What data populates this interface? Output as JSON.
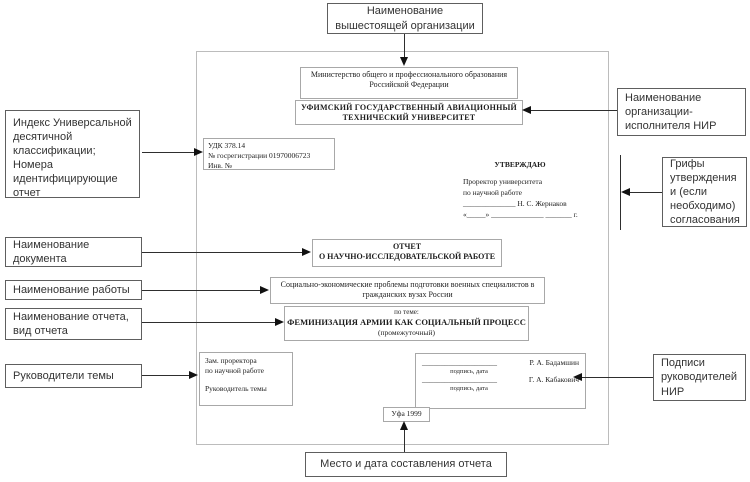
{
  "callouts": {
    "superior_org": "Наименование вышестоящей организации",
    "udc_index": "Индекс Универсальной десятичной классификации; Номера идентифицирующие отчет",
    "document_name": "Наименование документа",
    "work_name": "Наименование работы",
    "report_name": "Наименование отчета, вид отчета",
    "theme_supervisors": "Руководители темы",
    "executor_org": "Наименование организации-исполнителя НИР",
    "approval_stamps": "Грифы утверждения и (если необходимо) согласования",
    "signatures": "Подписи руководителей НИР",
    "place_date": "Место и дата составления отчета"
  },
  "doc": {
    "ministry": "Министерство общего и профессионального образования Российской Федерации",
    "university": "УФИМСКИЙ ГОСУДАРСТВЕННЫЙ АВИАЦИОННЫЙ ТЕХНИЧЕСКИЙ УНИВЕРСИТЕТ",
    "udc": "УДК 378.14",
    "reg_number": "№ госрегистрации 01970006723",
    "inv_number": "Инв. №",
    "approve": {
      "heading": "УТВЕРЖДАЮ",
      "line1": "Проректор университета",
      "line2": "по научной работе",
      "line3": "______________ Н. С. Жернаков",
      "line4": "«_____» ______________ _______ г."
    },
    "report_title1": "ОТЧЕТ",
    "report_title2": "О НАУЧНО-ИССЛЕДОВАТЕЛЬСКОЙ РАБОТЕ",
    "work_title": "Социально-экономические проблемы подготовки военных специалистов в гражданских вузах России",
    "theme_label": "по теме:",
    "theme_title": "ФЕМИНИЗАЦИЯ АРМИИ КАК СОЦИАЛЬНЫЙ ПРОЦЕСС",
    "theme_type": "(промежуточный)",
    "supervisors": {
      "line1": "Зам. проректора",
      "line2": "по научной работе",
      "line3": "Руководитель темы"
    },
    "signs": {
      "underscore": "____________________",
      "name1": "Р. А. Бадамшин",
      "name2": "Г. А. Кабакович",
      "caption1": "подпись, дата",
      "caption2": "подпись, дата"
    },
    "city_year": "Уфа 1999"
  }
}
